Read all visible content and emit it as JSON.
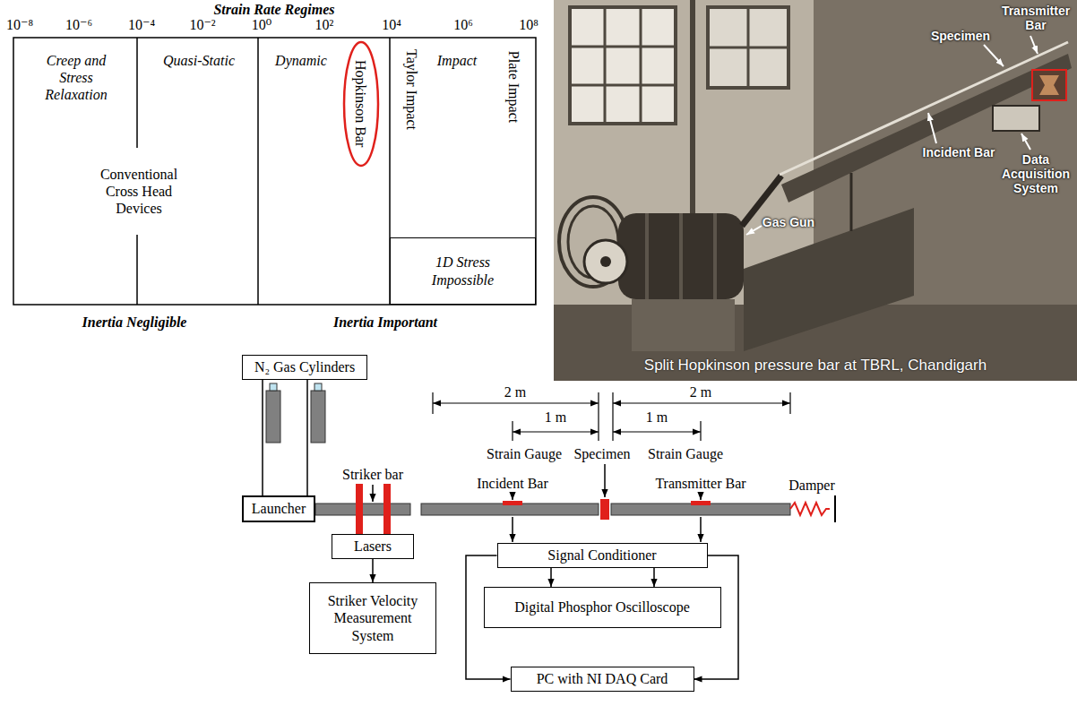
{
  "diagram": {
    "nodes": [
      {
        "text": [
          "Hopkinson Bar"
        ]
      },
      {
        "text": [
          "1D Stress Impossible"
        ]
      },
      {
        "text": [
          "N₂ Gas Cylinders"
        ]
      },
      {
        "text": [
          "Launcher"
        ]
      },
      {
        "text": [
          "Lasers"
        ]
      },
      {
        "text": [
          "Striker Velocity Measurement System"
        ]
      },
      {
        "text": [
          "Signal Conditioner"
        ]
      },
      {
        "text": [
          "Digital Phosphor Oscilloscope"
        ]
      },
      {
        "text": [
          "PC with NI DAQ Card"
        ]
      }
    ],
    "edges": [
      {
        "from": 2,
        "to": 3,
        "arrow": "none"
      },
      {
        "from": 2,
        "to": 3,
        "arrow": "none"
      },
      {
        "from": 4,
        "to": 5,
        "arrow": "to"
      },
      {
        "from": 6,
        "to": 7,
        "arrow": "to"
      },
      {
        "from": 6,
        "to": 7,
        "arrow": "to"
      },
      {
        "from": 6,
        "to": 8,
        "arrow": "to"
      },
      {
        "from": 6,
        "to": 8,
        "arrow": "to"
      }
    ],
    "labels": [
      "Strain Rate Regimes",
      "10⁻⁸",
      "10⁻⁶",
      "10⁻⁴",
      "10⁻²",
      "10⁰",
      "10²",
      "10⁴",
      "10⁶",
      "10⁸",
      "Creep and Stress Relaxation",
      "Quasi-Static",
      "Conventional Cross Head Devices",
      "Dynamic",
      "Taylor Impact",
      "Impact",
      "Plate Impact",
      "Inertia Negligible",
      "Inertia Important",
      "Transmitter Bar",
      "Specimen",
      "Incident Bar",
      "Gas Gun",
      "Data Acquisition System",
      "Split Hopkinson pressure bar at TBRL, Chandigarh",
      "2 m",
      "2 m",
      "1 m",
      "1 m",
      "Strain Gauge",
      "Specimen",
      "Strain Gauge",
      "Striker bar",
      "Incident Bar",
      "Transmitter Bar",
      "Damper"
    ]
  }
}
